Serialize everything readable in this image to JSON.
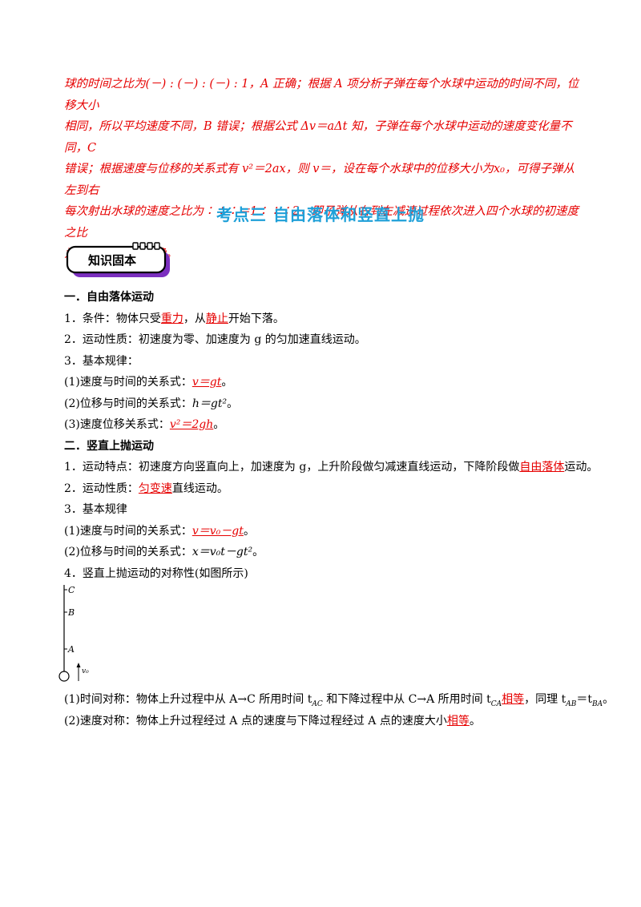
{
  "intro": {
    "l1": "球的时间之比为(－) : (－) : (－) : 1，A 正确；根据 A 项分析子弹在每个水球中运动的时间不同，位移大小",
    "l2": "相同，所以平均速度不同，B 错误；根据公式 Δv＝aΔt 知，子弹在每个水球中运动的速度变化量不同，C",
    "l3": "错误；根据速度与位移的关系式有 v²＝2ax，则 v＝，设在每个水球中的位移大小为x₀，可得子弹从左到右",
    "l4": "每次射出水球的速度之比为∶∶∶＝1∶∶∶2，即子弹从右到左减速过程依次进入四个水球的初速度之比",
    "l5": "为∶∶∶1，D 正确。"
  },
  "section_title": "考点三  自由落体和竖直上抛",
  "badge_label": "知识固本",
  "part1": {
    "heading": "一．自由落体运动",
    "item1_pre": "1．条件：物体只受",
    "item1_u1": "重力",
    "item1_mid": "，从",
    "item1_u2": "静止",
    "item1_post": "开始下落。",
    "item2": "2．运动性质：初速度为零、加速度为 g 的匀加速直线运动。",
    "item3": "3．基本规律：",
    "f1_pre": "(1)速度与时间的关系式：",
    "f1_ans": "v＝gt",
    "f2_pre": "(2)位移与时间的关系式：",
    "f2_ans": "h＝gt²",
    "f3_pre": "(3)速度位移关系式：",
    "f3_ans": "v²＝2gh"
  },
  "part2": {
    "heading": "二．竖直上抛运动",
    "item1_pre": "1．运动特点：初速度方向竖直向上，加速度为 g，上升阶段做匀减速直线运动，下降阶段做",
    "item1_u": "自由落体",
    "item1_post": "运动。",
    "item2_pre": "2．运动性质：",
    "item2_u": "匀变速",
    "item2_post": "直线运动。",
    "item3": "3．基本规律",
    "f1_pre": "(1)速度与时间的关系式：",
    "f1_ans": "v＝v₀－gt",
    "f2_pre": "(2)位移与时间的关系式：",
    "f2_ans": "x＝v₀t－gt²",
    "item4": "4．竖直上抛运动的对称性(如图所示)"
  },
  "diagram": {
    "c": "C",
    "b": "B",
    "a": "A",
    "v0": "v₀"
  },
  "symmetry": {
    "t_pre": "(1)时间对称：物体上升过程中从 A→C 所用时间 t",
    "t_sub1": "AC",
    "t_mid": " 和下降过程中从 C→A 所用时间 t",
    "t_sub2": "CA",
    "t_u": "相等",
    "t_mid2": "，同理 t",
    "t_sub3": "AB",
    "t_eq": "＝t",
    "t_sub4": "BA",
    "t_end": "。",
    "v_pre": "(2)速度对称：物体上升过程经过 A 点的速度与下降过程经过 A 点的速度大小",
    "v_u": "相等",
    "v_end": "。"
  },
  "colors": {
    "answer": "#e60000",
    "title": "#1fa0d8",
    "badge": "#7b2fbf"
  }
}
